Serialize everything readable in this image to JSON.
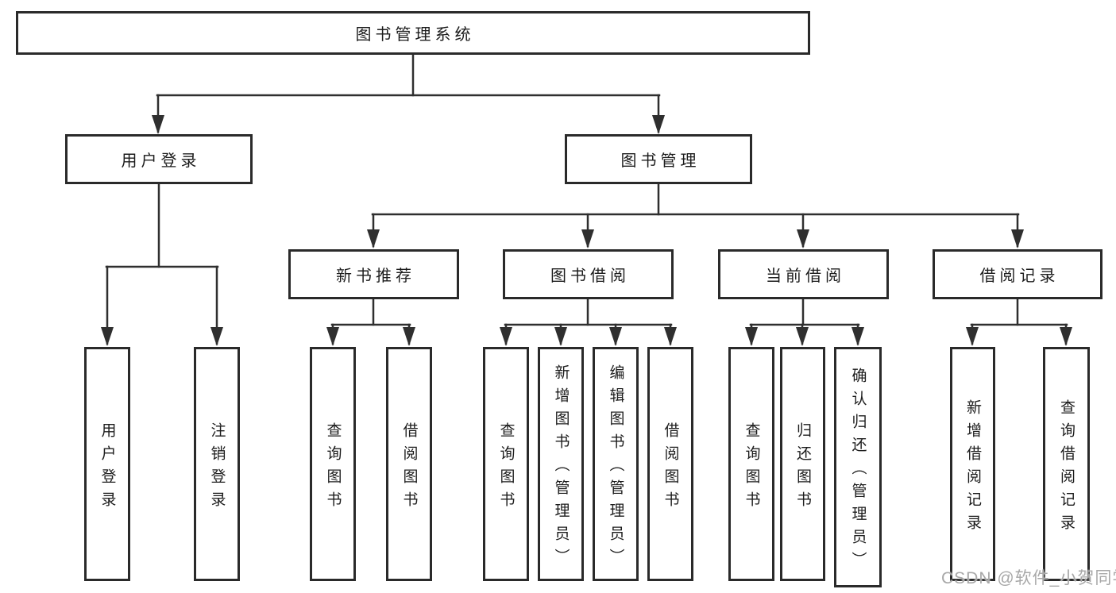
{
  "tree": {
    "root": {
      "label": "图书管理系统",
      "children": [
        {
          "label": "用户登录",
          "children": [
            {
              "label": "用户登录"
            },
            {
              "label": "注销登录"
            }
          ]
        },
        {
          "label": "图书管理",
          "children": [
            {
              "label": "新书推荐",
              "children": [
                {
                  "label": "查询图书"
                },
                {
                  "label": "借阅图书"
                }
              ]
            },
            {
              "label": "图书借阅",
              "children": [
                {
                  "label": "查询图书"
                },
                {
                  "label": "新增图书（管理员）"
                },
                {
                  "label": "编辑图书（管理员）"
                },
                {
                  "label": "借阅图书"
                }
              ]
            },
            {
              "label": "当前借阅",
              "children": [
                {
                  "label": "查询图书"
                },
                {
                  "label": "归还图书"
                },
                {
                  "label": "确认归还（管理员）"
                }
              ]
            },
            {
              "label": "借阅记录",
              "children": [
                {
                  "label": "新增借阅记录"
                },
                {
                  "label": "查询借阅记录"
                }
              ]
            }
          ]
        }
      ]
    }
  },
  "watermark": {
    "text": "CSDN @软件_小贺同学"
  },
  "colors": {
    "line": "#2f2f2f",
    "box_border": "#2a2a2a",
    "text": "#1c1c1c",
    "watermark": "#a8a8a8",
    "background": "#ffffff"
  }
}
